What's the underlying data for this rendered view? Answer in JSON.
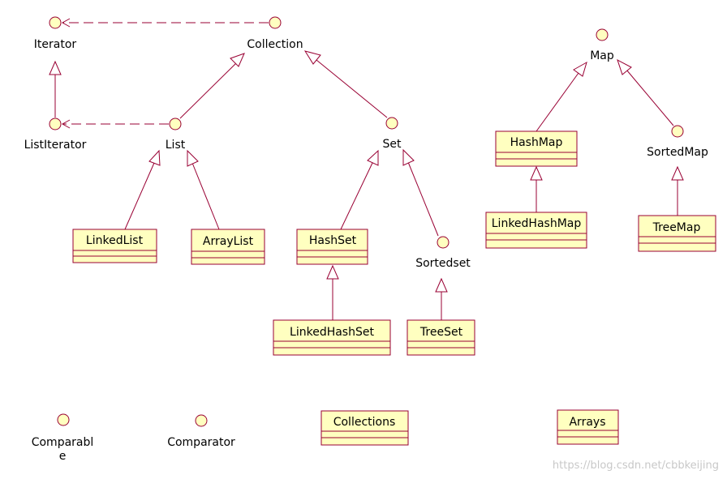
{
  "interfaces": {
    "iterator": "Iterator",
    "collection": "Collection",
    "list_iterator": "ListIterator",
    "list": "List",
    "set": "Set",
    "sorted_set": "Sortedset",
    "map": "Map",
    "sorted_map": "SortedMap",
    "comparable_line1": "Comparabl",
    "comparable_line2": "e",
    "comparator": "Comparator"
  },
  "classes": {
    "linked_list": "LinkedList",
    "array_list": "ArrayList",
    "hash_set": "HashSet",
    "linked_hash_set": "LinkedHashSet",
    "tree_set": "TreeSet",
    "hash_map": "HashMap",
    "linked_hash_map": "LinkedHashMap",
    "tree_map": "TreeMap",
    "collections": "Collections",
    "arrays": "Arrays"
  },
  "colors": {
    "stroke": "#990033",
    "fill": "#ffffc0"
  },
  "watermark": "https://blog.csdn.net/cbbkeijing"
}
